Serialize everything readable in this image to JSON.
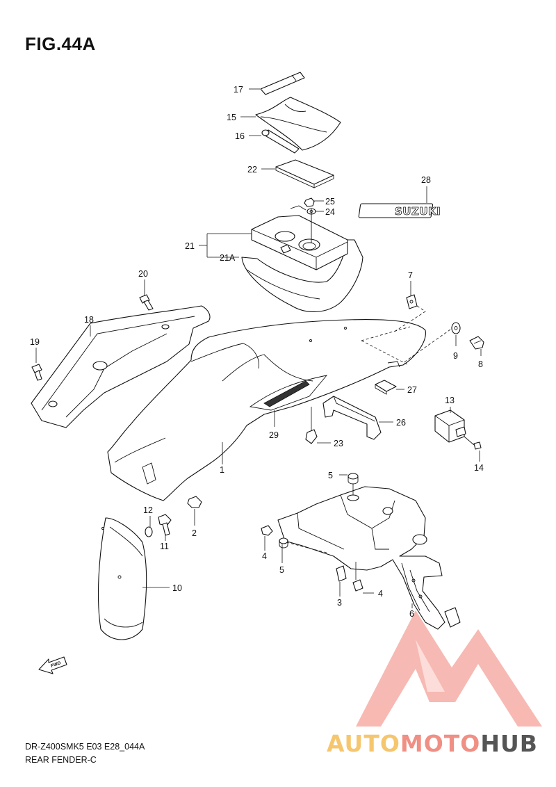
{
  "figure": {
    "title": "FIG.44A",
    "model_code": "DR-Z400SMK5 E03 E28_044A",
    "section": "REAR FENDER-C"
  },
  "emblem_text": "SUZUKI",
  "fwd_label": "FWD",
  "part_labels": {
    "p1": "1",
    "p2": "2",
    "p3": "3",
    "p4a": "4",
    "p4b": "4",
    "p5a": "5",
    "p5b": "5",
    "p6": "6",
    "p7": "7",
    "p8": "8",
    "p9": "9",
    "p10": "10",
    "p11": "11",
    "p12": "12",
    "p13": "13",
    "p14": "14",
    "p15": "15",
    "p16": "16",
    "p17": "17",
    "p18": "18",
    "p19": "19",
    "p20": "20",
    "p21": "21",
    "p21a": "21A",
    "p22": "22",
    "p23": "23",
    "p24": "24",
    "p25": "25",
    "p26": "26",
    "p27": "27",
    "p28": "28",
    "p29": "29"
  },
  "watermark": {
    "part1": "AUTO",
    "part2": "MOTO",
    "part3": "HUB",
    "colors": {
      "yellow": "#f6c66e",
      "red": "#f08f84",
      "gray": "#555555"
    }
  }
}
